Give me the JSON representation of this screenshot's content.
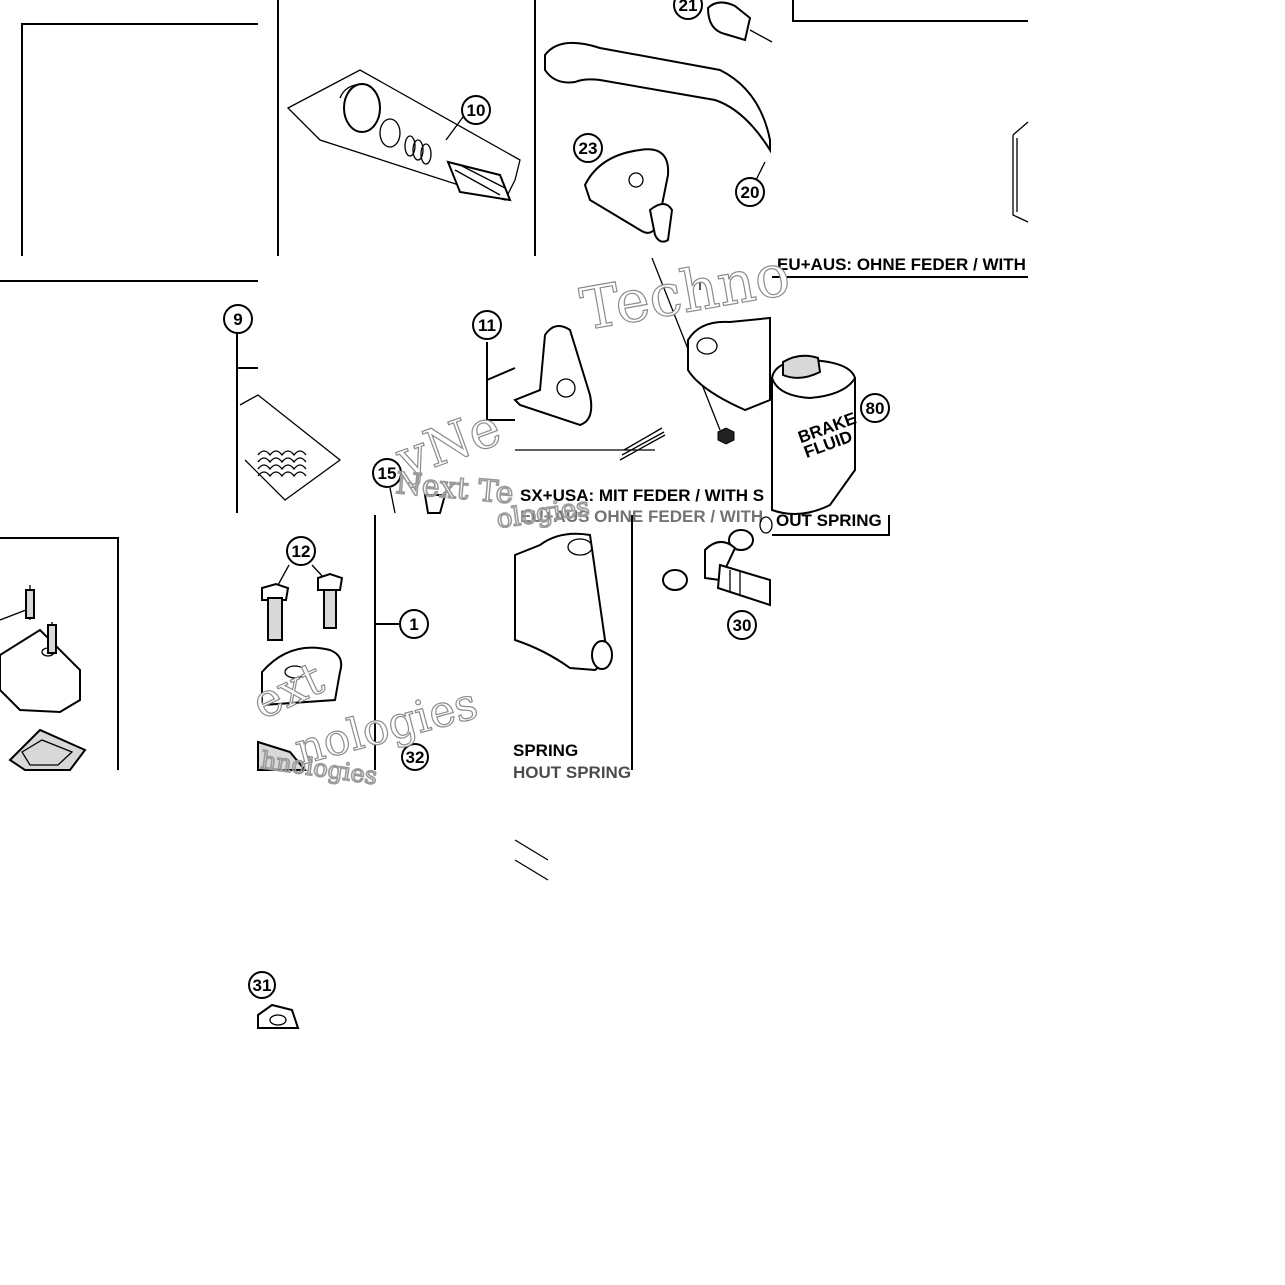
{
  "diagram": {
    "callouts": {
      "c10": "10",
      "c21": "21",
      "c23": "23",
      "c20": "20",
      "c9": "9",
      "c11": "11",
      "c15": "15",
      "c80": "80",
      "c12": "12",
      "c1": "1",
      "c30": "30",
      "c32": "32",
      "c31": "31"
    },
    "notes": {
      "eu_aus_top": "EU+AUS:  OHNE FEDER / WITH",
      "sx_usa": "SX+USA:  MIT FEDER / WITH S",
      "eu_aus_mid": "EU+AUS  OHNE FEDER / WITH",
      "without_spring": "OUT SPRING",
      "spring": "SPRING",
      "without_spring_low": "HOUT SPRING"
    },
    "can_label": {
      "line1": "BRAKE",
      "line2": "FLUID"
    },
    "watermarks": {
      "w1": "Techno",
      "w2": "yNe",
      "w3": "Next Te",
      "w4": "ologies",
      "w5": "ext",
      "w6": "nologies",
      "w7": "hnologies"
    }
  }
}
